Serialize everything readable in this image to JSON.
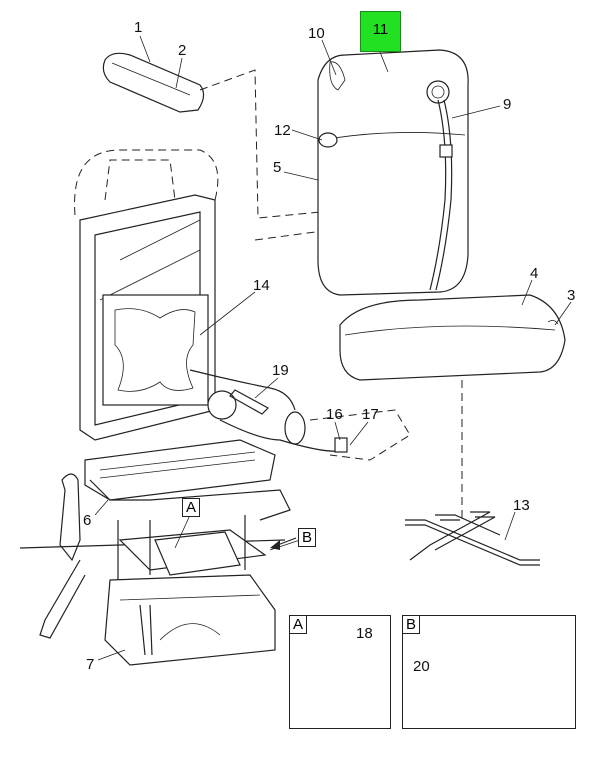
{
  "diagram": {
    "callouts": [
      "1",
      "2",
      "3",
      "4",
      "5",
      "6",
      "7",
      "9",
      "10",
      "11",
      "12",
      "13",
      "14",
      "16",
      "17",
      "18",
      "19",
      "20"
    ],
    "highlighted_callout": "11",
    "highlight_color": "#22e022",
    "view_tags": {
      "a": "A",
      "b": "B"
    },
    "insets": {
      "a": {
        "tag": "A",
        "callout": "18"
      },
      "b": {
        "tag": "B",
        "callout": "20"
      }
    }
  }
}
